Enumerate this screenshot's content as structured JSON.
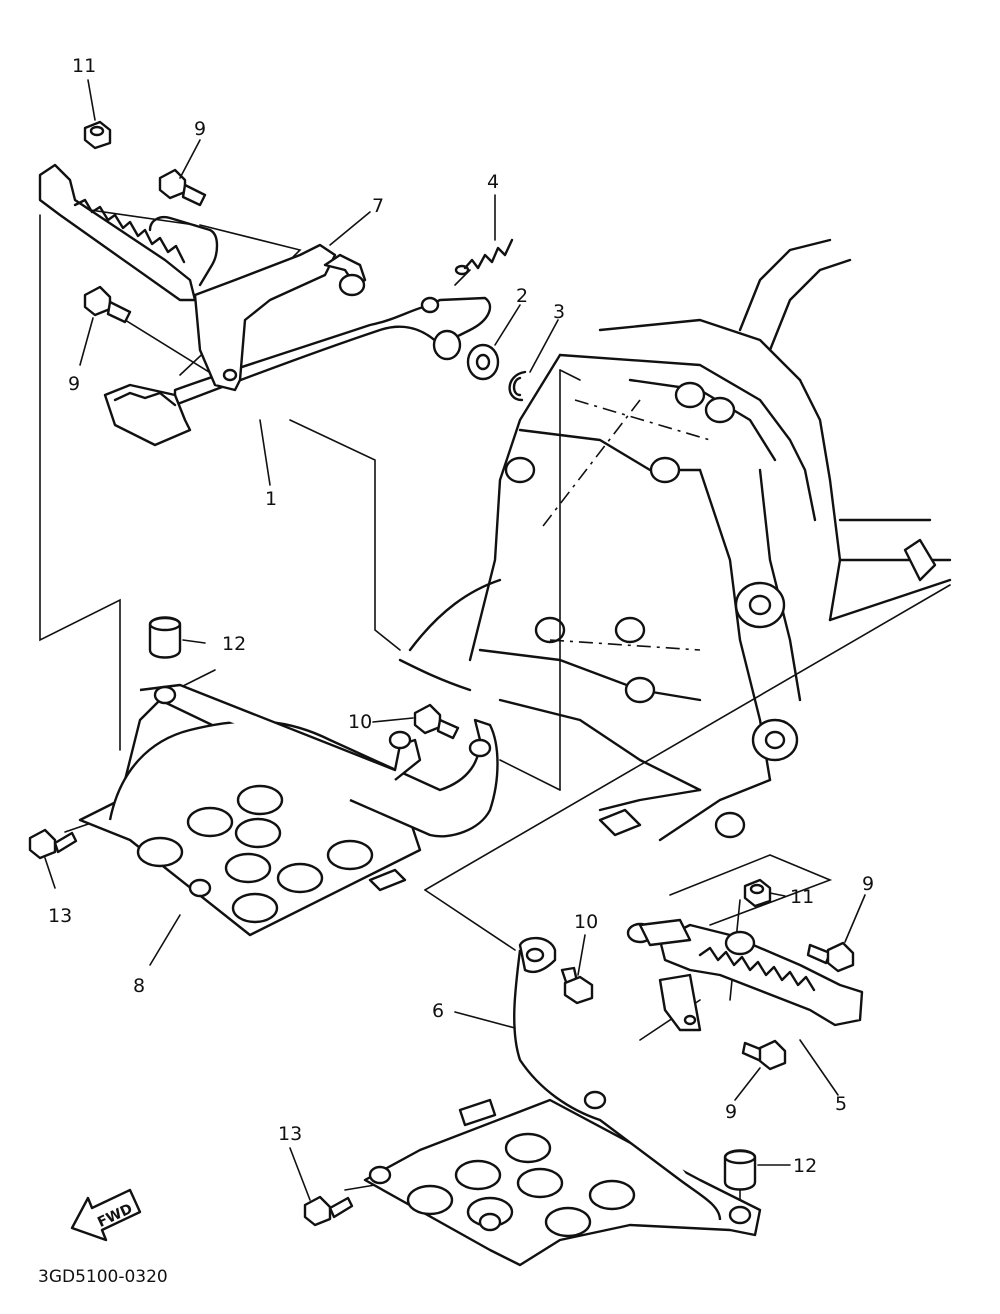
{
  "diagram": {
    "part_callouts": [
      {
        "id": "c11a",
        "number": "11"
      },
      {
        "id": "c9a",
        "number": "9"
      },
      {
        "id": "c7",
        "number": "7"
      },
      {
        "id": "c4",
        "number": "4"
      },
      {
        "id": "c2",
        "number": "2"
      },
      {
        "id": "c3",
        "number": "3"
      },
      {
        "id": "c9b",
        "number": "9"
      },
      {
        "id": "c1",
        "number": "1"
      },
      {
        "id": "c12a",
        "number": "12"
      },
      {
        "id": "c10a",
        "number": "10"
      },
      {
        "id": "c13a",
        "number": "13"
      },
      {
        "id": "c8",
        "number": "8"
      },
      {
        "id": "c11b",
        "number": "11"
      },
      {
        "id": "c9c",
        "number": "9"
      },
      {
        "id": "c10b",
        "number": "10"
      },
      {
        "id": "c6",
        "number": "6"
      },
      {
        "id": "c9d",
        "number": "9"
      },
      {
        "id": "c5",
        "number": "5"
      },
      {
        "id": "c13b",
        "number": "13"
      },
      {
        "id": "c12b",
        "number": "12"
      }
    ],
    "direction_label": "FWD",
    "document_code": "3GD5100-0320",
    "line_color": "#111111",
    "background_color": "#ffffff"
  }
}
